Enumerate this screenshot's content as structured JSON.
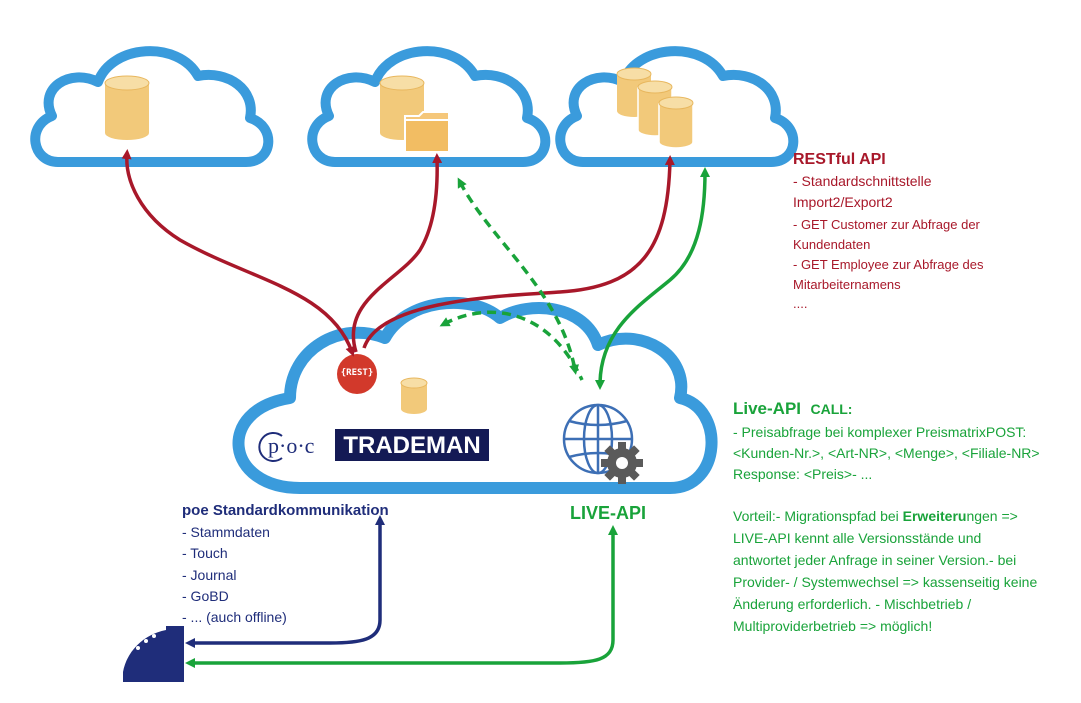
{
  "restful_api": {
    "title": "RESTful API",
    "lines": [
      "- Standardschnittstelle",
      "Import2/Export2",
      "- GET Customer zur Abfrage der",
      "Kundendaten",
      "- GET Employee zur Abfrage des",
      "Mitarbeiternamens",
      "...."
    ]
  },
  "live_api_call": {
    "title": "Live-API",
    "call_label": "CALL:",
    "lines": [
      "- Preisabfrage bei komplexer PreismatrixPOST:",
      "<Kunden-Nr.>, <Art-NR>, <Menge>, <Filiale-NR>",
      "Response: <Preis>- ..."
    ]
  },
  "vorteil": {
    "line1_pre": "Vorteil:- Migrationspfad bei ",
    "line1_bold": "Erweiteru",
    "line1_post": "ngen =>",
    "lines": [
      "LIVE-API kennt alle Versionsstände und",
      "antwortet jeder Anfrage in seiner Version.- bei",
      "Provider- / Systemwechsel => kassenseitig keine",
      "Änderung erforderlich. - Mischbetrieb /",
      "Multiproviderbetrieb => möglich!"
    ]
  },
  "poe": {
    "title": "poe Standardkommunikation",
    "items": [
      "- Stammdaten",
      "- Touch",
      "- Journal",
      "- GoBD",
      "- ... (auch offline)"
    ]
  },
  "live_api_label": "LIVE-API",
  "logo": {
    "poc": "p·o·c",
    "trademan": "TRADEMAN",
    "rest": "{REST}"
  },
  "colors": {
    "cloud_outline": "#3a9bdc",
    "db_fill": "#f2c97a",
    "restful": "#a8182a",
    "live_api": "#19a33a",
    "poe": "#1f2d7a",
    "trademan_bg": "#141a55",
    "rest_badge": "#d2392b",
    "globe": "#3d6fb5",
    "gear": "#5a5a5a"
  },
  "icons": [
    "database-icon",
    "folder-icon",
    "rest-badge-icon",
    "globe-icon",
    "gear-icon",
    "pos-terminal-icon"
  ]
}
